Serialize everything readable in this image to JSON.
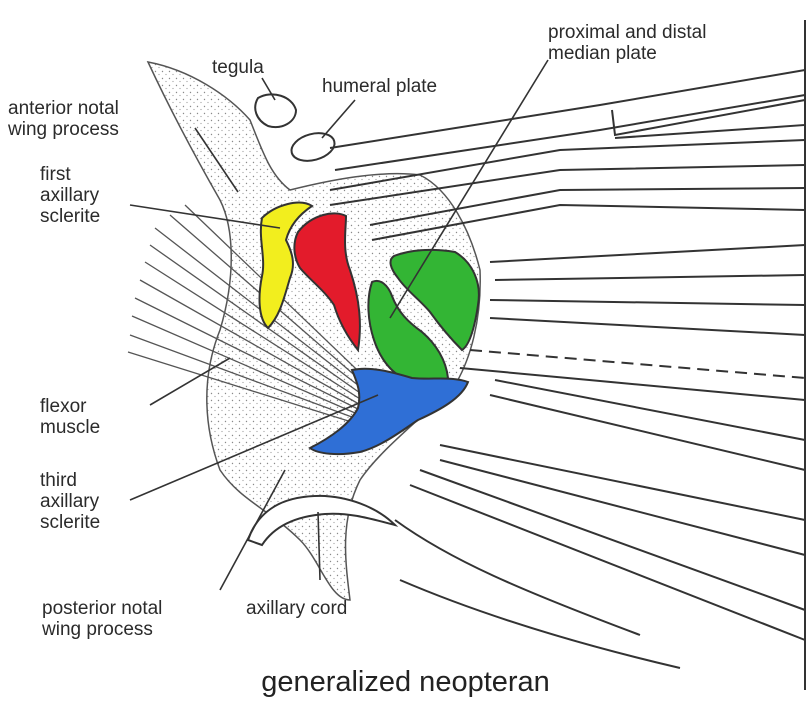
{
  "labels": {
    "tegula": "tegula",
    "humeral_plate": "humeral plate",
    "median_plate_line1": "proximal and distal",
    "median_plate_line2": "median plate",
    "anterior_notal_line1": "anterior notal",
    "anterior_notal_line2": "wing process",
    "first_axillary_line1": "first",
    "first_axillary_line2": "axillary",
    "first_axillary_line3": "sclerite",
    "flexor_line1": "flexor",
    "flexor_line2": "muscle",
    "third_axillary_line1": "third",
    "third_axillary_line2": "axillary",
    "third_axillary_line3": "sclerite",
    "posterior_notal_line1": "posterior notal",
    "posterior_notal_line2": "wing process",
    "axillary_cord": "axillary cord"
  },
  "caption": "generalized neopteran",
  "colors": {
    "first_axillary_sclerite": "#f2ee1e",
    "second_axillary_sclerite": "#e31b2b",
    "median_plates": "#33b534",
    "third_axillary_sclerite": "#2f6fd6",
    "outline": "#333333"
  }
}
